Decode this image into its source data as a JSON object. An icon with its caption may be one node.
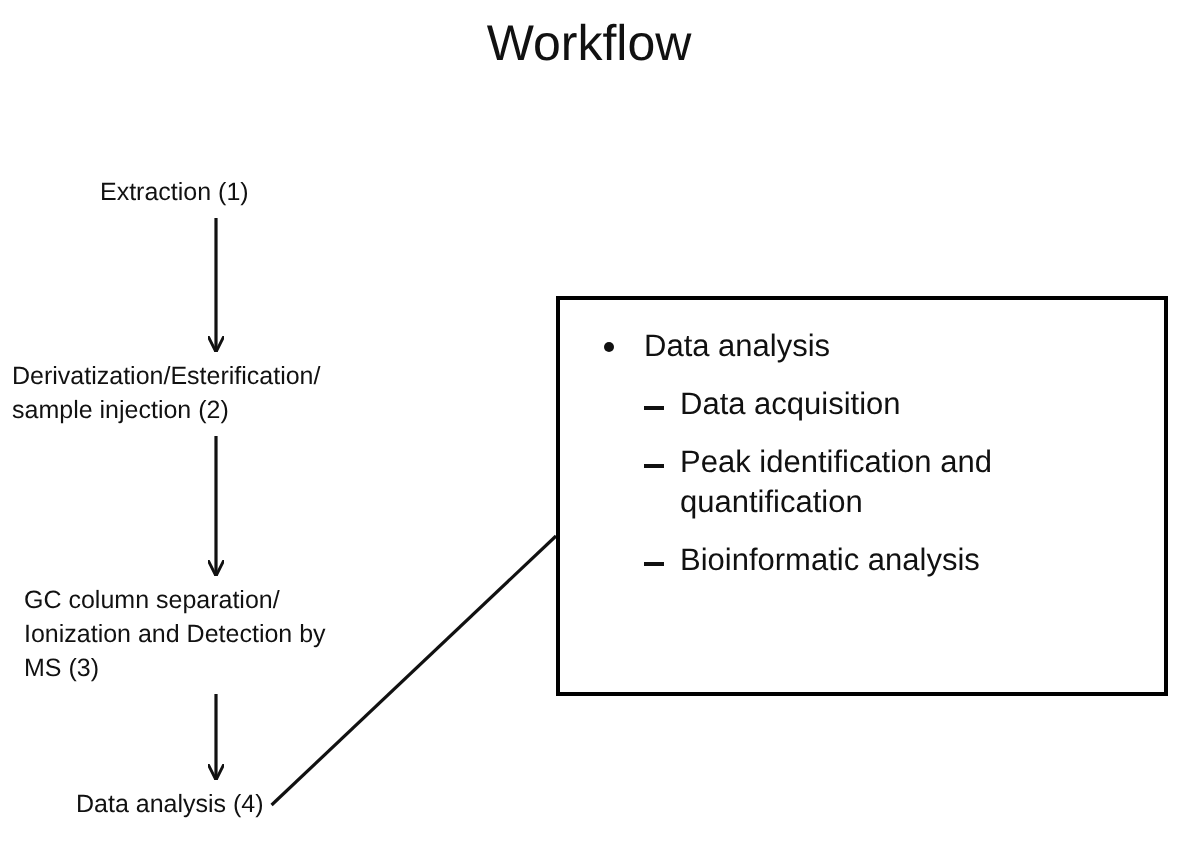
{
  "diagram": {
    "title": "Workflow",
    "nodes": [
      {
        "text": [
          "Extraction (1)"
        ]
      },
      {
        "text": [
          "Derivatization/Esterification/ sample injection (2)"
        ]
      },
      {
        "text": [
          "GC column separation/ Ionization and Detection by MS (3)"
        ]
      },
      {
        "text": [
          "Data analysis (4)"
        ]
      },
      {
        "text": [
          "Data analysis",
          "Data acquisition",
          "Peak identification and quantification",
          "Bioinformatic analysis"
        ]
      }
    ],
    "edges": [
      {
        "from": 0,
        "to": 1,
        "arrow": "to"
      },
      {
        "from": 1,
        "to": 2,
        "arrow": "to"
      },
      {
        "from": 2,
        "to": 3,
        "arrow": "to"
      },
      {
        "from": 3,
        "to": 4,
        "arrow": "none"
      }
    ]
  }
}
